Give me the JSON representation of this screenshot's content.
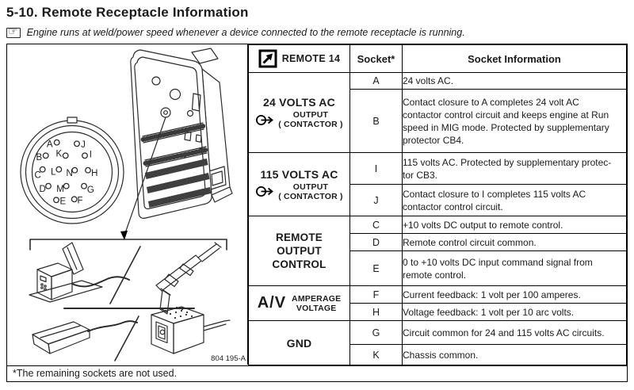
{
  "header": {
    "title": "5-10. Remote Receptacle Information",
    "note": "Engine runs at weld/power speed whenever a device connected to the remote receptacle is running."
  },
  "icons": {
    "note": "pointing-hand-icon",
    "remote_receptacle": "boxed-arrow-up-right-icon",
    "output": "circle-arrow-right-icon"
  },
  "figure": {
    "figure_number": "804 195-A",
    "connector": {
      "pins": [
        {
          "label": "A"
        },
        {
          "label": "J"
        },
        {
          "label": "K"
        },
        {
          "label": "I"
        },
        {
          "label": "B"
        },
        {
          "label": "C"
        },
        {
          "label": "L"
        },
        {
          "label": "N"
        },
        {
          "label": "H"
        },
        {
          "label": "D"
        },
        {
          "label": "M"
        },
        {
          "label": "G"
        },
        {
          "label": "E"
        },
        {
          "label": "F"
        }
      ]
    }
  },
  "table": {
    "header": {
      "remote_label": "REMOTE 14",
      "socket_col": "Socket*",
      "info_col": "Socket Information"
    },
    "groups": [
      {
        "title": "24 VOLTS AC",
        "line1": "OUTPUT",
        "line2": "( CONTACTOR )"
      },
      {
        "title": "115 VOLTS AC",
        "line1": "OUTPUT",
        "line2": "( CONTACTOR )"
      },
      {
        "title": "REMOTE\nOUTPUT\nCONTROL"
      },
      {
        "title": "A/V",
        "line1": "AMPERAGE",
        "line2": "VOLTAGE"
      },
      {
        "title": "GND"
      }
    ],
    "rows": [
      {
        "socket": "A",
        "info": "24 volts AC."
      },
      {
        "socket": "B",
        "info": "Contact closure to A completes 24 volt AC\ncontactor control circuit and keeps engine at Run\nspeed in MIG mode. Protected by supplementary\nprotector CB4."
      },
      {
        "socket": "I",
        "info": "115 volts AC. Protected by supplementary protec-\ntor CB3."
      },
      {
        "socket": "J",
        "info": "Contact closure to I completes 115 volts AC\ncontactor control circuit."
      },
      {
        "socket": "C",
        "info": "+10 volts DC output to remote control."
      },
      {
        "socket": "D",
        "info": "Remote control circuit common."
      },
      {
        "socket": "E",
        "info": "0 to +10 volts DC input command signal from\nremote control."
      },
      {
        "socket": "F",
        "info": "Current feedback: 1 volt per 100 amperes."
      },
      {
        "socket": "H",
        "info": "Voltage feedback: 1 volt per 10 arc volts."
      },
      {
        "socket": "G",
        "info": "Circuit common for 24 and 115 volts AC circuits."
      },
      {
        "socket": "K",
        "info": "Chassis common."
      }
    ]
  },
  "footnote": {
    "text": "*The remaining sockets are not used."
  }
}
